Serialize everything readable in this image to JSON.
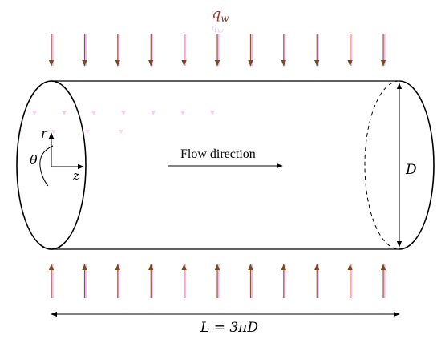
{
  "heat_flux": {
    "label": "q",
    "subscript": "w",
    "label_color": "#9e3a2a",
    "arrow_color": "#7a4a1a",
    "arrow_shadow_color": "#f2a6e6",
    "top_arrow_count": 11,
    "bottom_arrow_count": 11
  },
  "flow": {
    "label": "Flow direction"
  },
  "coordinates": {
    "r": "r",
    "theta": "θ",
    "z": "z"
  },
  "dimensions": {
    "diameter": "D",
    "length": "L = 3πD"
  }
}
